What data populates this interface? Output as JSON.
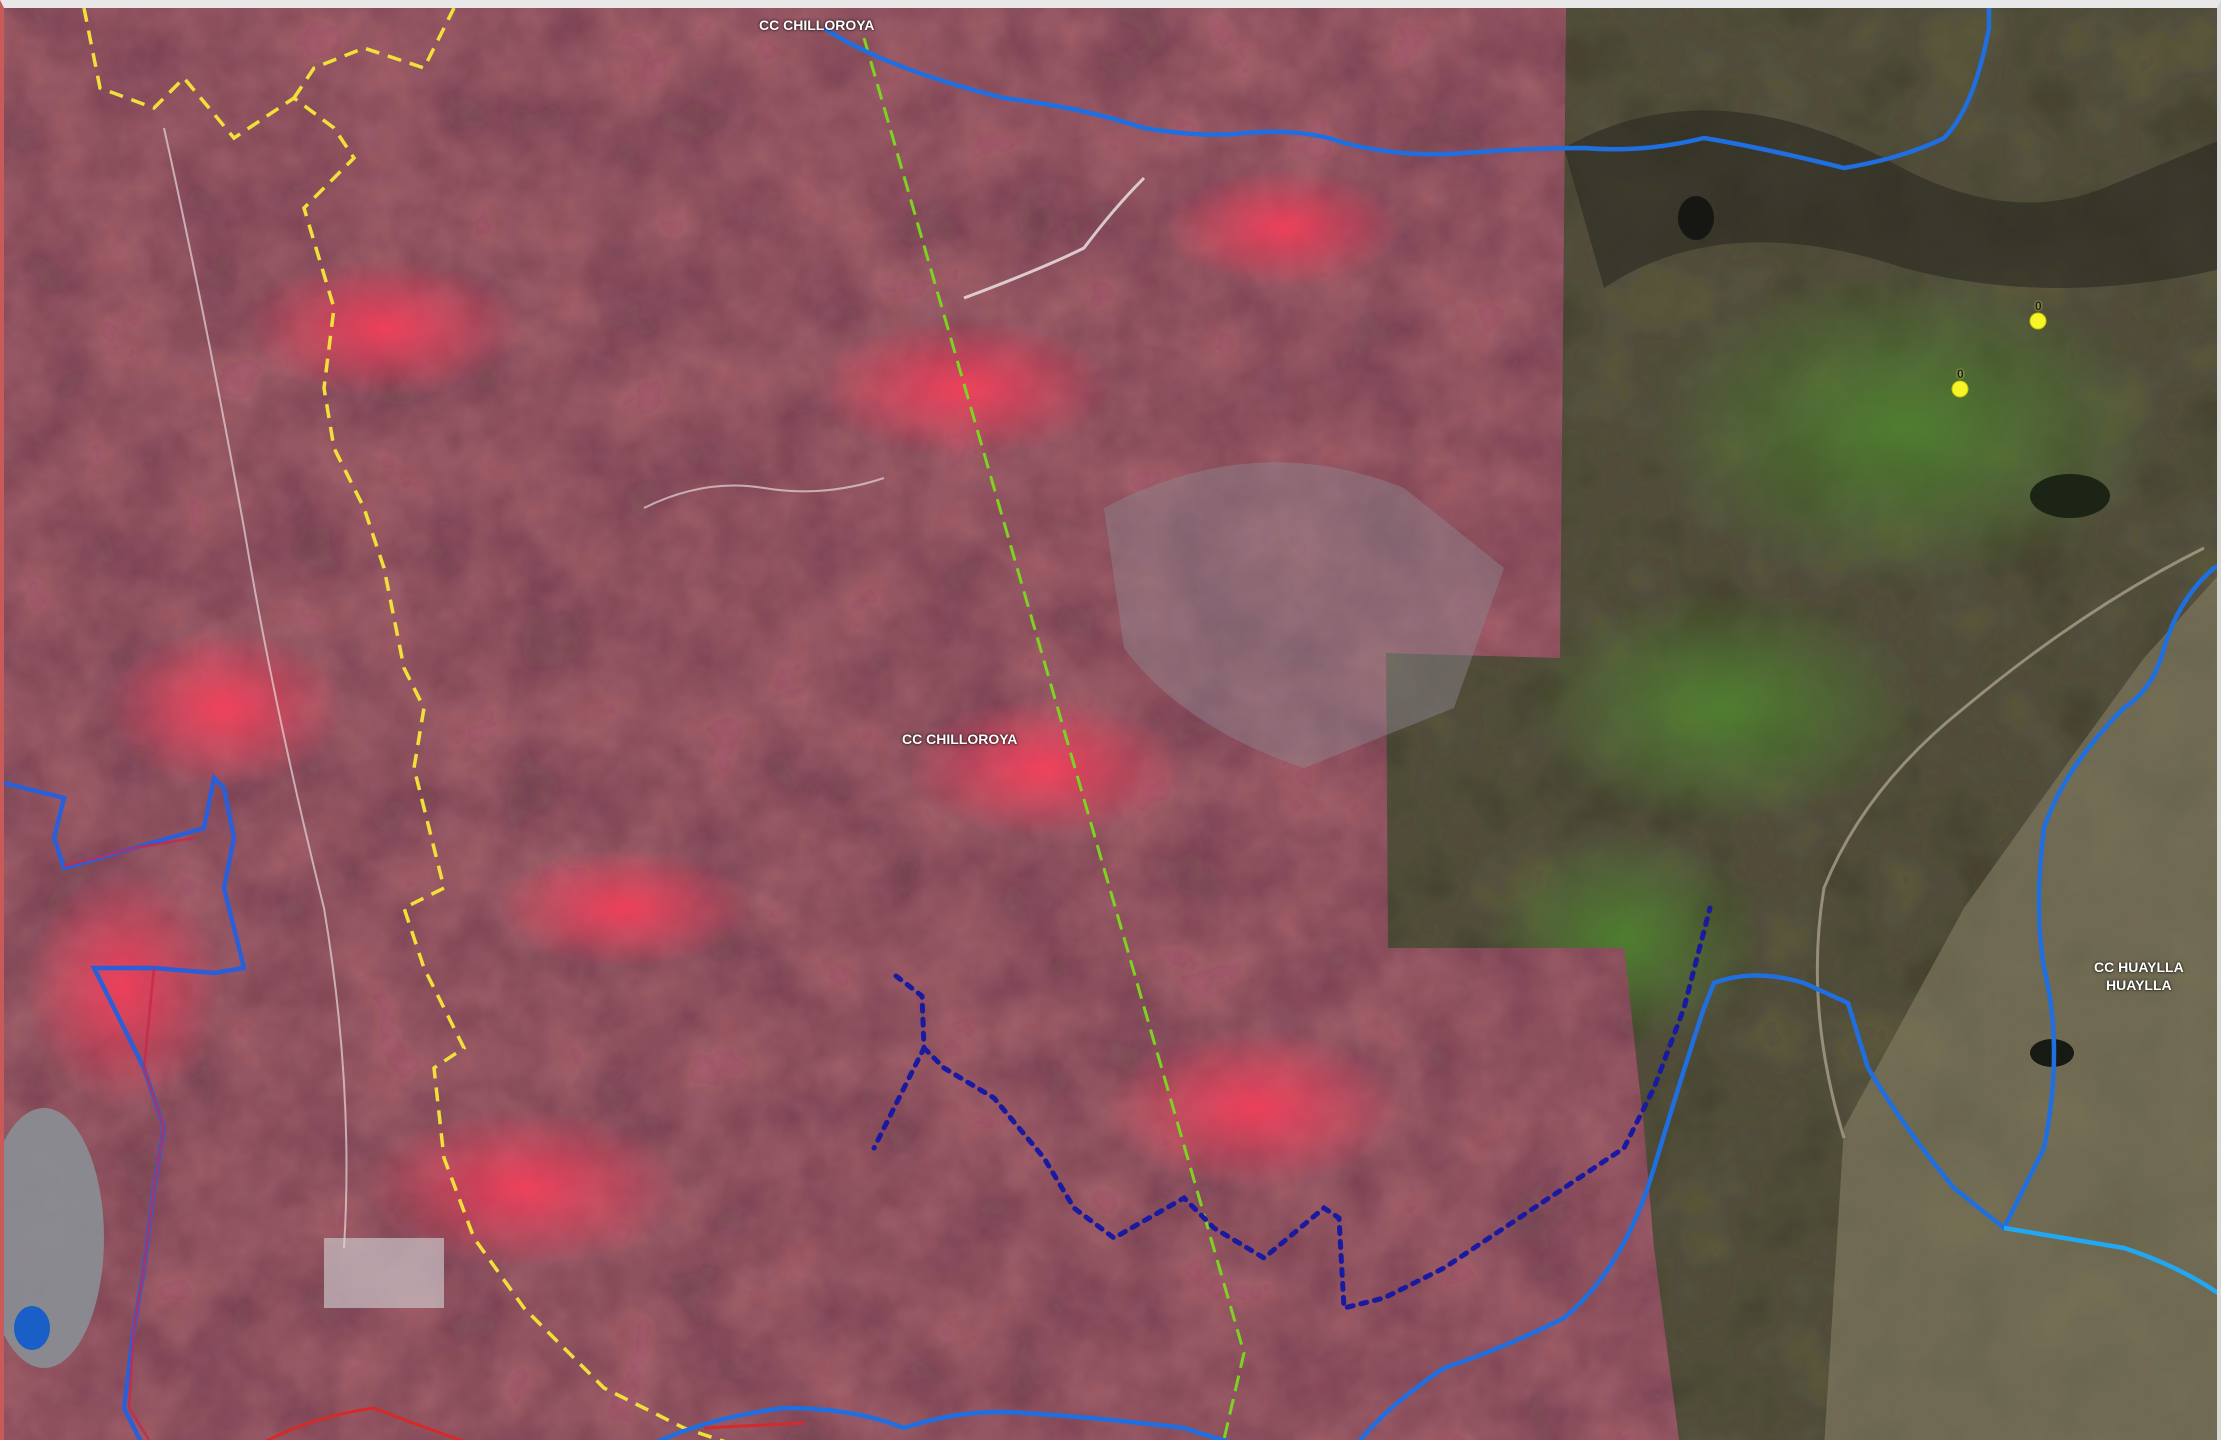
{
  "labels": {
    "community_top": "CC CHILLOROYA",
    "community_center": "CC CHILLOROYA",
    "community_east_line1": "CC HUAYLLA",
    "community_east_line2": "HUAYLLA"
  },
  "point_markers": [
    {
      "label": "0"
    },
    {
      "label": "0"
    }
  ],
  "colors": {
    "boundary_blue": "#1f6fe0",
    "boundary_light_blue": "#22a8f0",
    "boundary_navy_dotted": "#1a1aa0",
    "boundary_yellow_dashed": "#f2e03a",
    "boundary_green_dashed": "#7dd321",
    "boundary_red": "#d42a2a",
    "terrain_false_color": "#b86070",
    "terrain_natural": "#5d5a40",
    "point_fill": "#f5f528"
  }
}
